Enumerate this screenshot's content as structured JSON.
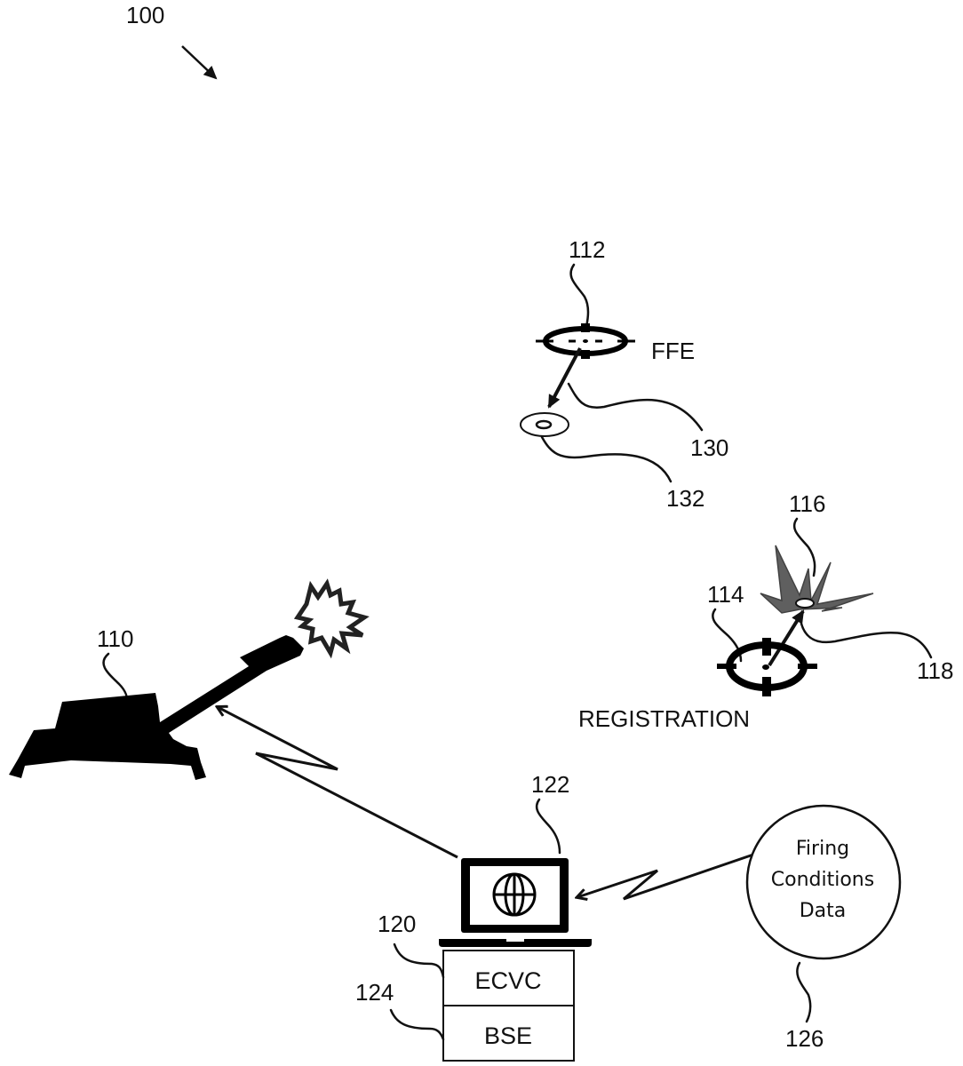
{
  "figure": {
    "figure_ref": "100",
    "reference_numerals": {
      "weapon": "110",
      "ffe_target": "112",
      "registration_target": "114",
      "burst": "116",
      "impact_point": "118",
      "ecvc": "120",
      "computer": "122",
      "bse": "124",
      "firing_conditions": "126",
      "correction_vector": "130",
      "adjusted_aim": "132"
    },
    "labels": {
      "ffe": "FFE",
      "registration": "REGISTRATION"
    },
    "stack": {
      "top": "ECVC",
      "bottom": "BSE"
    },
    "firing_conditions_lines": [
      "Firing",
      "Conditions",
      "Data"
    ],
    "icons": [
      "weapon-howitzer-icon",
      "muzzle-flash-icon",
      "crosshair-target-icon",
      "burst-icon",
      "laptop-icon",
      "globe-icon"
    ]
  }
}
